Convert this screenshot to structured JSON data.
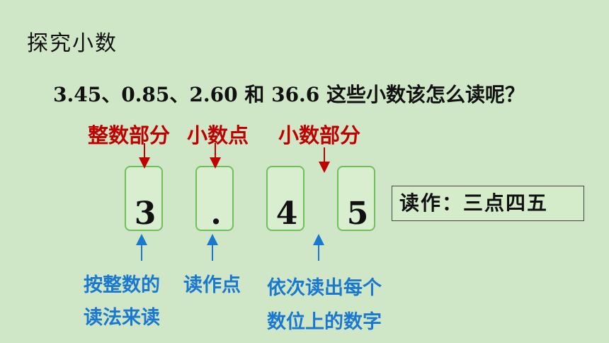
{
  "title": "探究小数",
  "question": "3.45、0.85、2.60 和 36.6 这些小数该怎么读呢？",
  "labels": {
    "integer_part": "整数部分",
    "decimal_point": "小数点",
    "decimal_part": "小数部分"
  },
  "cards": [
    "3",
    ".",
    "4",
    "5"
  ],
  "reading": "读作：三点四五",
  "explanations": {
    "integer_line1": "按整数的",
    "integer_line2": "读法来读",
    "point": "读作点",
    "decimal_line1": "依次读出每个",
    "decimal_line2": "数位上的数字"
  },
  "colors": {
    "background": "#cfe7c6",
    "label_red": "#c00000",
    "label_blue": "#1a78d0",
    "card_border": "#6fbf5a"
  }
}
